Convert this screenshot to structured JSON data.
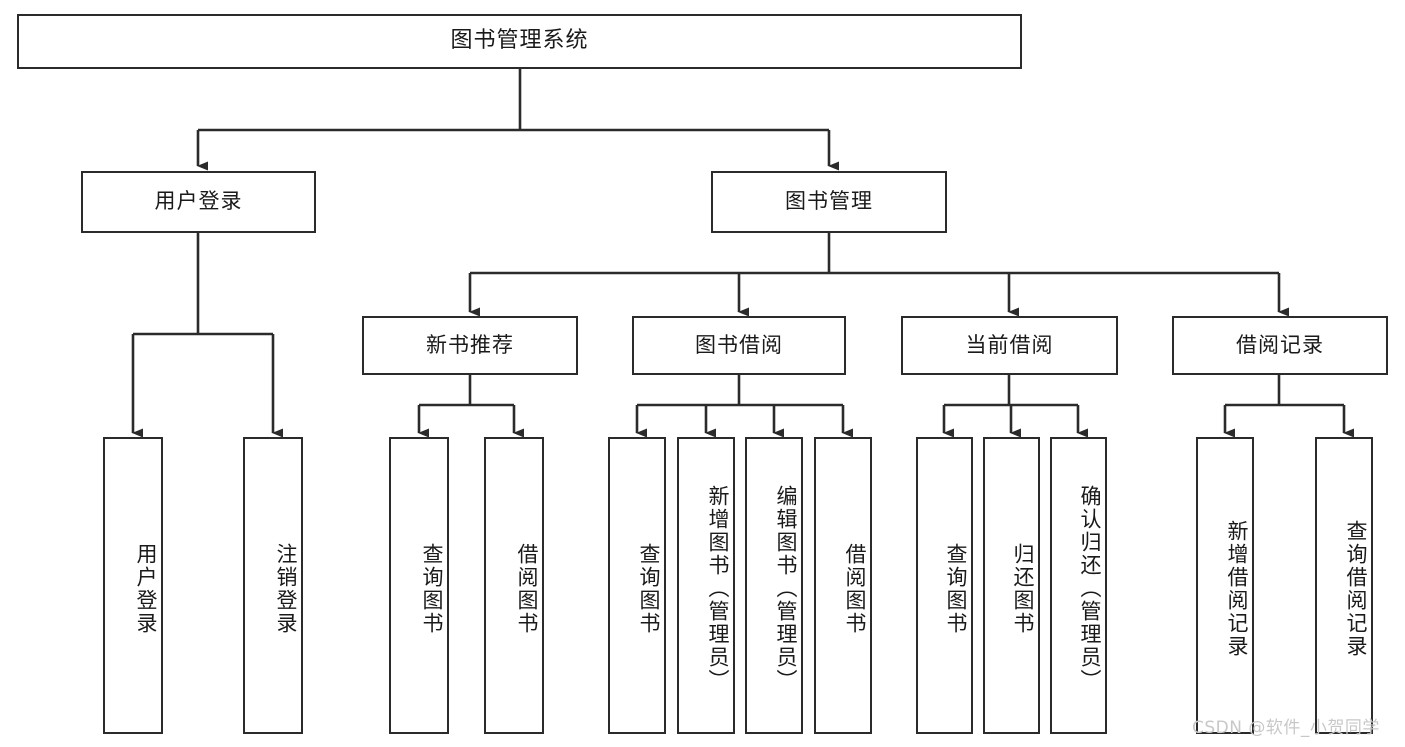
{
  "diagram": {
    "title": "图书管理系统",
    "type": "functional-structure-tree",
    "watermark": "CSDN @软件_小贺同学",
    "colors": {
      "stroke": "#2b2b2b",
      "box_fill": "#ffffff",
      "text": "#1a1a1a",
      "watermark": "#c8c8c8",
      "page_background": "#ffffff"
    },
    "root": {
      "label": "图书管理系统"
    },
    "level2": [
      {
        "label": "用户登录"
      },
      {
        "label": "图书管理"
      }
    ],
    "level3": [
      {
        "label": "新书推荐"
      },
      {
        "label": "图书借阅"
      },
      {
        "label": "当前借阅"
      },
      {
        "label": "借阅记录"
      }
    ],
    "leaves": {
      "user_login": [
        {
          "label": "用户登录"
        },
        {
          "label": "注销登录"
        }
      ],
      "new_book_recommend": [
        {
          "label": "查询图书"
        },
        {
          "label": "借阅图书"
        }
      ],
      "book_borrow": [
        {
          "label": "查询图书"
        },
        {
          "label": "新增图书（管理员）"
        },
        {
          "label": "编辑图书（管理员）"
        },
        {
          "label": "借阅图书"
        }
      ],
      "current_borrow": [
        {
          "label": "查询图书"
        },
        {
          "label": "归还图书"
        },
        {
          "label": "确认归还（管理员）"
        }
      ],
      "borrow_record": [
        {
          "label": "新增借阅记录"
        },
        {
          "label": "查询借阅记录"
        }
      ]
    }
  }
}
